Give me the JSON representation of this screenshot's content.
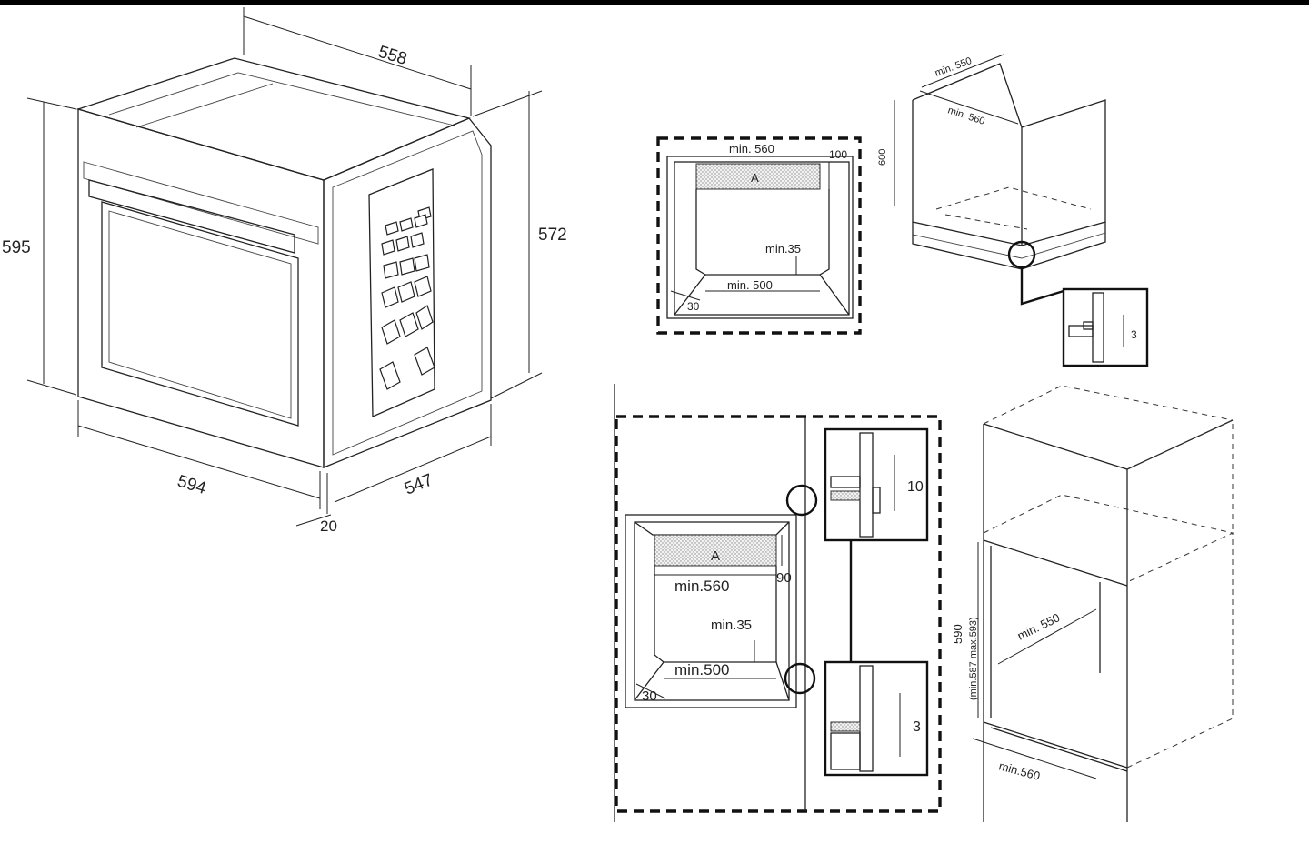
{
  "oven_dimensions": {
    "depth_top": "558",
    "height_front": "595",
    "height_side": "572",
    "width": "594",
    "depth_side": "547",
    "door_thickness": "20"
  },
  "under_counter_front": {
    "min_width": "min. 560",
    "gap_top": "100",
    "zone_label": "A",
    "min_bottom_offset": "min.35",
    "min_bottom_width": "min. 500",
    "side_offset": "30"
  },
  "under_counter_cabinet": {
    "min_depth_top": "min. 550",
    "min_inner": "min. 560",
    "height": "600",
    "detail_gap": "3"
  },
  "column_front": {
    "zone_label": "A",
    "min_width": "min.560",
    "gap_top": "90",
    "min_bottom_offset": "min.35",
    "min_bottom_width": "min.500",
    "side_offset": "30",
    "detail_upper_gap": "10",
    "detail_lower_gap": "3"
  },
  "column_cabinet": {
    "min_depth": "min. 550",
    "min_width": "min.560",
    "height": "590",
    "height_range": "(min.587 max.593)"
  }
}
